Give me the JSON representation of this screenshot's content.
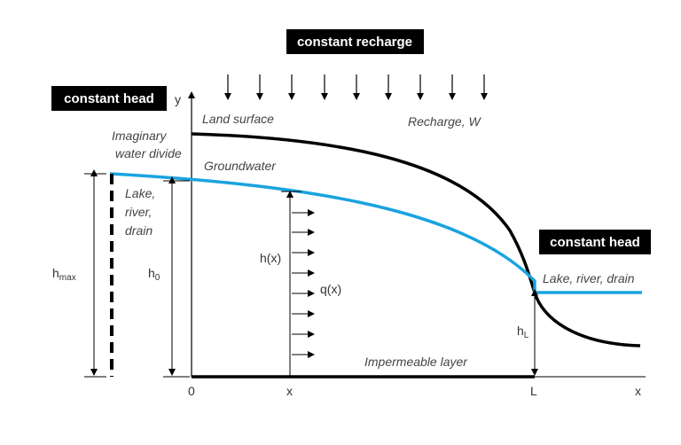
{
  "boxes": {
    "constant_recharge": "constant recharge",
    "constant_head_left": "constant head",
    "constant_head_right": "constant head"
  },
  "labels": {
    "land_surface": "Land surface",
    "recharge": "Recharge, W",
    "imaginary_divide_1": "Imaginary",
    "imaginary_divide_2": "water divide",
    "groundwater": "Groundwater",
    "lake_left_1": "Lake,",
    "lake_left_2": "river,",
    "lake_left_3": "drain",
    "lake_right": "Lake, river, drain",
    "impermeable": "Impermeable layer",
    "hx": "h(x)",
    "qx": "q(x)",
    "hmax_main": "h",
    "hmax_sub": "max",
    "h0_main": "h",
    "h0_sub": "0",
    "hL_main": "h",
    "hL_sub": "L"
  },
  "axes": {
    "y_label": "y",
    "x_origin": "0",
    "x_mid": "x",
    "x_L": "L",
    "x_label": "x"
  },
  "colors": {
    "groundwater": "#1aa3e0",
    "land": "#000000",
    "box_bg": "#000000",
    "box_text": "#ffffff"
  }
}
